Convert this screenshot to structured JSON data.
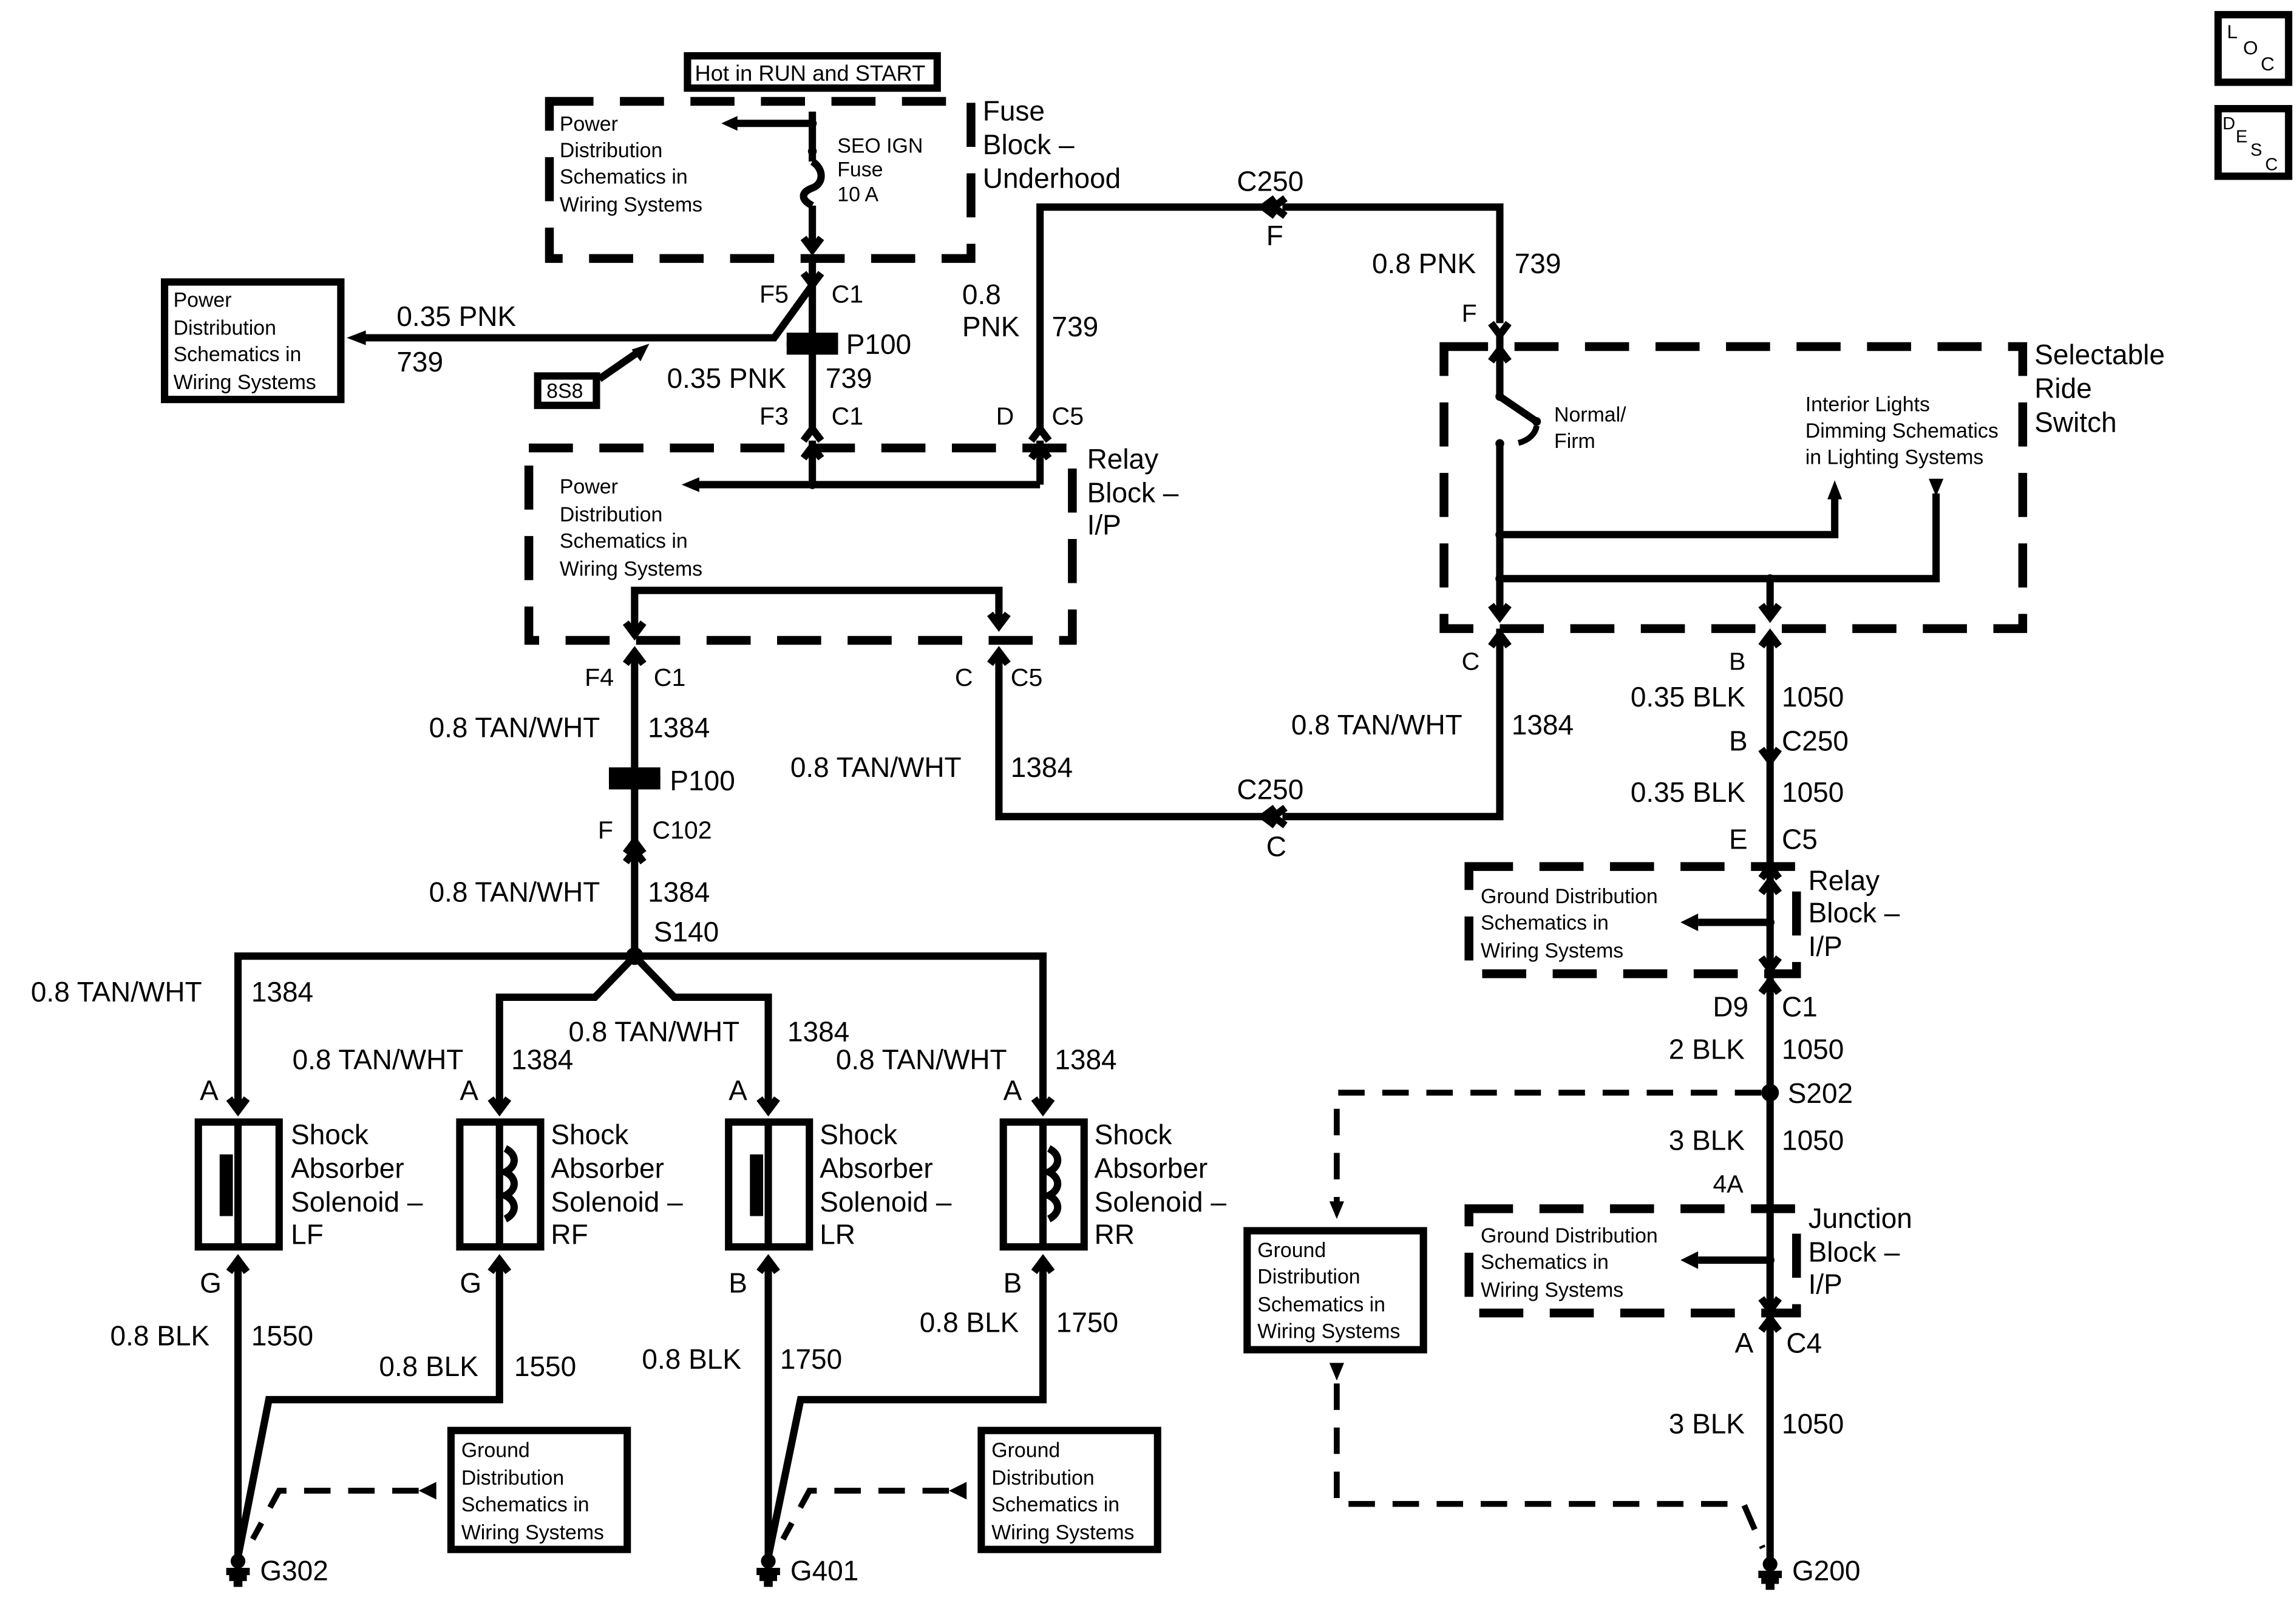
{
  "locator_icons": {
    "loc": "LOC",
    "desc": "DESC"
  },
  "fuse_block": {
    "hot_label": "Hot in RUN and START",
    "title": [
      "Fuse",
      "Block –",
      "Underhood"
    ],
    "power_ref": [
      "Power",
      "Distribution",
      "Schematics in",
      "Wiring Systems"
    ],
    "fuse": [
      "SEO IGN",
      "Fuse",
      "10 A"
    ]
  },
  "left_power_ref": [
    "Power",
    "Distribution",
    "Schematics in",
    "Wiring Systems"
  ],
  "left_wire": {
    "gauge_color": "0.35 PNK",
    "circuit": "739"
  },
  "splice_ref": "8S8",
  "c1_top": {
    "pin": "F5",
    "conn": "C1"
  },
  "p100_top": {
    "label": "P100",
    "gauge_color": "0.35 PNK",
    "circuit": "739"
  },
  "c1_f3": {
    "pin": "F3",
    "conn": "C1"
  },
  "pnk_riser": {
    "gauge": "0.8",
    "color": "PNK",
    "circuit": "739"
  },
  "c5_d": {
    "pin": "D",
    "conn": "C5"
  },
  "c250_top": {
    "conn": "C250",
    "pin": "F"
  },
  "right_pnk": {
    "gauge_color": "0.8 PNK",
    "circuit": "739",
    "pin": "F"
  },
  "relay_block": {
    "title": [
      "Relay",
      "Block –",
      "I/P"
    ],
    "power_ref": [
      "Power",
      "Distribution",
      "Schematics in",
      "Wiring Systems"
    ]
  },
  "c1_f4": {
    "pin": "F4",
    "conn": "C1"
  },
  "c5_c": {
    "pin": "C",
    "conn": "C5"
  },
  "wire_f4": {
    "gauge_color": "0.8 TAN/WHT",
    "circuit": "1384"
  },
  "wire_c5": {
    "gauge_color": "0.8 TAN/WHT",
    "circuit": "1384"
  },
  "p100_bottom": {
    "label": "P100"
  },
  "c102": {
    "pin": "F",
    "conn": "C102"
  },
  "wire_s140": {
    "gauge_color": "0.8 TAN/WHT",
    "circuit": "1384"
  },
  "splice_s140": "S140",
  "c250_bottom": {
    "conn": "C250",
    "pin": "C"
  },
  "switch": {
    "title": [
      "Selectable",
      "Ride",
      "Switch"
    ],
    "mode": [
      "Normal/",
      "Firm"
    ],
    "dimming_ref": [
      "Interior Lights",
      "Dimming Schematics",
      "in Lighting Systems"
    ]
  },
  "switch_c": {
    "pin": "C",
    "gauge_color": "0.8 TAN/WHT",
    "circuit": "1384"
  },
  "switch_b": {
    "pin": "B",
    "gauge_color": "0.35 BLK",
    "circuit": "1050"
  },
  "c250_b": {
    "pin": "B",
    "conn": "C250"
  },
  "wire_c250_c5": {
    "gauge_color": "0.35 BLK",
    "circuit": "1050"
  },
  "c5_e": {
    "pin": "E",
    "conn": "C5"
  },
  "relay_block_2": {
    "title": [
      "Relay",
      "Block –",
      "I/P"
    ],
    "ground_ref": [
      "Ground Distribution",
      "Schematics in",
      "Wiring Systems"
    ]
  },
  "c1_d9": {
    "pin": "D9",
    "conn": "C1"
  },
  "wire_d9": {
    "gauge_color": "2 BLK",
    "circuit": "1050"
  },
  "splice_s202": "S202",
  "wire_s202": {
    "gauge_color": "3 BLK",
    "circuit": "1050"
  },
  "pin_4a": "4A",
  "junction_block": {
    "title": [
      "Junction",
      "Block –",
      "I/P"
    ],
    "ground_ref": [
      "Ground Distribution",
      "Schematics in",
      "Wiring Systems"
    ]
  },
  "c4_a": {
    "pin": "A",
    "conn": "C4"
  },
  "wire_g200": {
    "gauge_color": "3 BLK",
    "circuit": "1050"
  },
  "ground_ref_mid": [
    "Ground",
    "Distribution",
    "Schematics in",
    "Wiring Systems"
  ],
  "ground_ref_g302": [
    "Ground",
    "Distribution",
    "Schematics in",
    "Wiring Systems"
  ],
  "ground_ref_g401": [
    "Ground",
    "Distribution",
    "Schematics in",
    "Wiring Systems"
  ],
  "grounds": {
    "g302": "G302",
    "g401": "G401",
    "g200": "G200"
  },
  "branch": {
    "lf": {
      "gauge_color": "0.8 TAN/WHT",
      "circuit": "1384",
      "pin_top": "A"
    },
    "rf": {
      "gauge_color": "0.8 TAN/WHT",
      "circuit": "1384",
      "pin_top": "A"
    },
    "lr": {
      "gauge_color": "0.8 TAN/WHT",
      "circuit": "1384",
      "pin_top": "A"
    },
    "rr": {
      "gauge_color": "0.8 TAN/WHT",
      "circuit": "1384",
      "pin_top": "A"
    }
  },
  "solenoids": {
    "lf": {
      "name": [
        "Shock",
        "Absorber",
        "Solenoid –",
        "LF"
      ],
      "pin_bottom": "G",
      "gauge_color": "0.8 BLK",
      "circuit": "1550"
    },
    "rf": {
      "name": [
        "Shock",
        "Absorber",
        "Solenoid –",
        "RF"
      ],
      "pin_bottom": "G",
      "gauge_color": "0.8 BLK",
      "circuit": "1550"
    },
    "lr": {
      "name": [
        "Shock",
        "Absorber",
        "Solenoid –",
        "LR"
      ],
      "pin_bottom": "B",
      "gauge_color": "0.8 BLK",
      "circuit": "1750"
    },
    "rr": {
      "name": [
        "Shock",
        "Absorber",
        "Solenoid –",
        "RR"
      ],
      "pin_bottom": "B",
      "gauge_color": "0.8 BLK",
      "circuit": "1750"
    }
  }
}
